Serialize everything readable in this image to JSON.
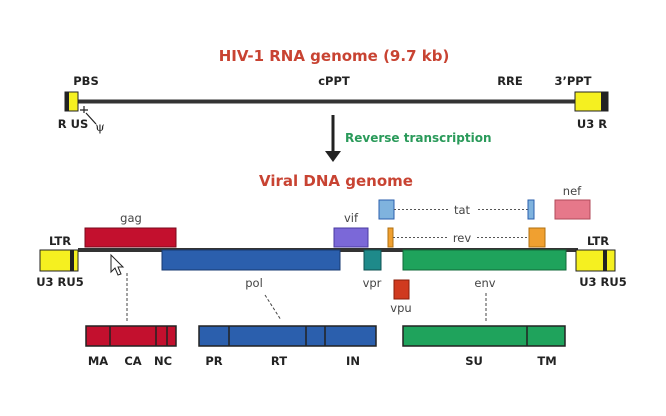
{
  "rna": {
    "title": "HIV-1 RNA genome (9.7 kb)",
    "pbs": "PBS",
    "cppt": "cPPT",
    "rre": "RRE",
    "ppt3": "3’PPT",
    "left_end": "R US",
    "psi": "ψ",
    "right_end": "U3 R"
  },
  "process": {
    "label": "Reverse transcription"
  },
  "dna": {
    "title": "Viral DNA genome",
    "ltr_left": "LTR",
    "ltr_right": "LTR",
    "ltr_left_label": "U3 RU5",
    "ltr_right_label": "U3 RU5"
  },
  "genes": {
    "gag": "gag",
    "pol": "pol",
    "vif": "vif",
    "vpr": "vpr",
    "vpu": "vpu",
    "env": "env",
    "tat": "tat",
    "rev": "rev",
    "nef": "nef"
  },
  "subunits": {
    "gag": [
      "MA",
      "CA",
      "NC"
    ],
    "pol": [
      "PR",
      "RT",
      "IN"
    ],
    "env": [
      "SU",
      "TM"
    ]
  },
  "colors": {
    "title": "#c84332",
    "gag": "#c3102e",
    "pol": "#2b5fad",
    "vif": "#7b68d8",
    "vpr": "#1e8a8a",
    "vpu": "#d03a1f",
    "env": "#1fa35c",
    "tat": "#7fb3de",
    "rev": "#f0a030",
    "nef": "#e6788a",
    "ltr": "#f5f020",
    "process_text": "#2a9a5a"
  },
  "icons": {
    "cursor": "mouse-pointer-icon",
    "arrow": "arrow-down-icon"
  }
}
